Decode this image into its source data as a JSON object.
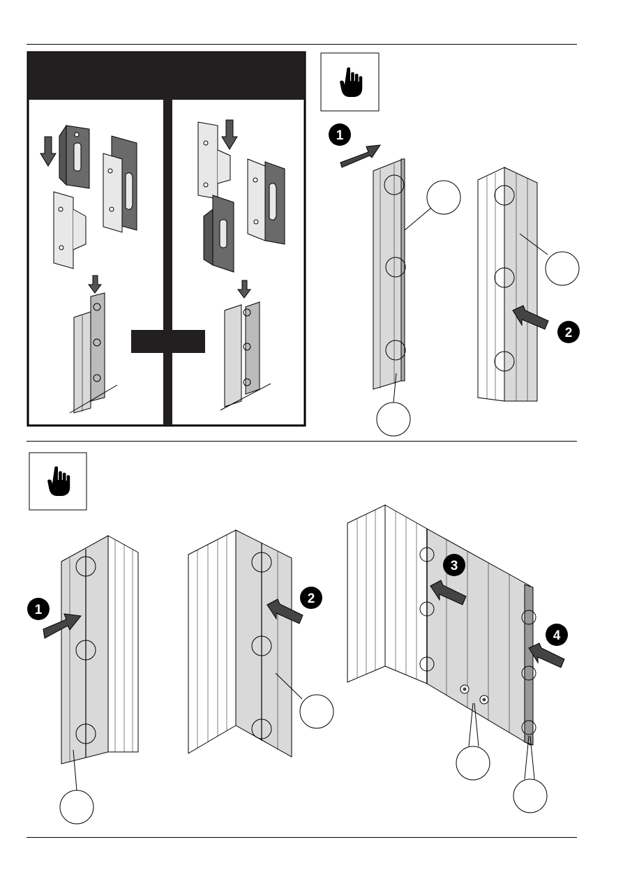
{
  "steps": {
    "top_right": [
      "1",
      "2"
    ],
    "bottom_left": [
      "1"
    ],
    "bottom_middle": [
      "2"
    ],
    "bottom_right": [
      "3",
      "4"
    ]
  },
  "icons": {
    "notice": "hand-pointing-icon"
  },
  "colors": {
    "ink": "#000000",
    "panel_fill": "#d9d9d9",
    "bracket_dark": "#6a6a6a",
    "bracket_light": "#e8e8e8",
    "header_bar": "#231f20"
  }
}
